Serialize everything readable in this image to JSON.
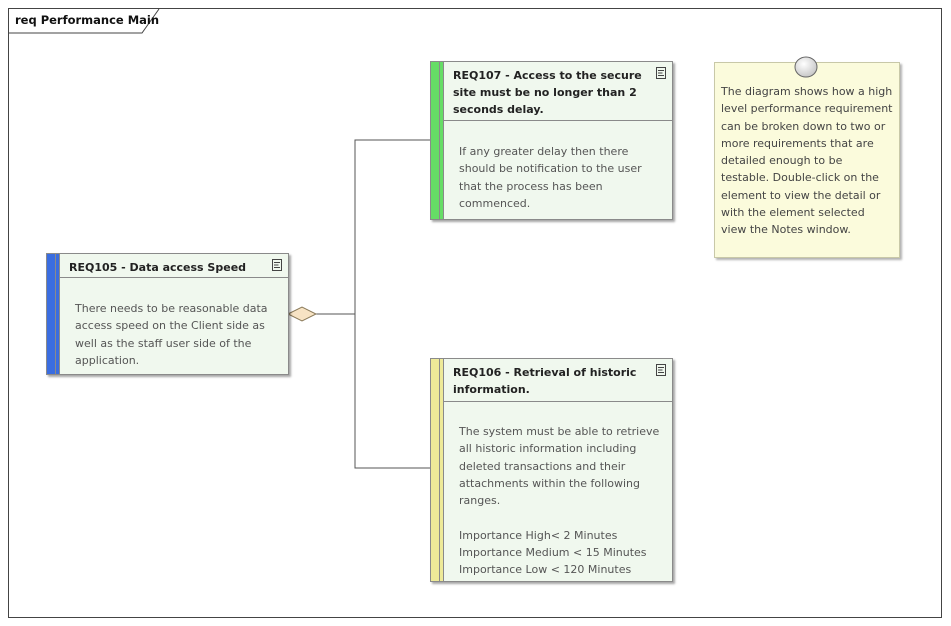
{
  "frame": {
    "title": "req Performance Main"
  },
  "requirements": [
    {
      "id": "REQ105",
      "title": "REQ105 -  Data access Speed",
      "body": "There needs to be reasonable data access speed on the Client side as well as the staff user side of the application.",
      "color": "#3a6de0"
    },
    {
      "id": "REQ107",
      "title": "REQ107 - Access to the secure site must be no longer than 2 seconds delay.",
      "body": "If any greater delay then there should be notification to the user that the process has been commenced.",
      "color": "#66dd66"
    },
    {
      "id": "REQ106",
      "title": "REQ106 - Retrieval of historic information.",
      "body": "The system must be able to retrieve all historic information including deleted transactions and their attachments within the following ranges.\n\nImportance High< 2 Minutes\nImportance Medium < 15 Minutes\nImportance Low < 120 Minutes",
      "color": "#eeea98"
    }
  ],
  "note": {
    "text": "The diagram shows how a high level performance requirement can be broken down to two or more requirements that are detailed enough to be testable. Double-click on the element to view the detail or with the element selected view the Notes window."
  },
  "icons": {
    "element_marker": "element-e-icon",
    "note_marker": "note-circle-icon",
    "aggregation": "aggregation-diamond-icon"
  }
}
